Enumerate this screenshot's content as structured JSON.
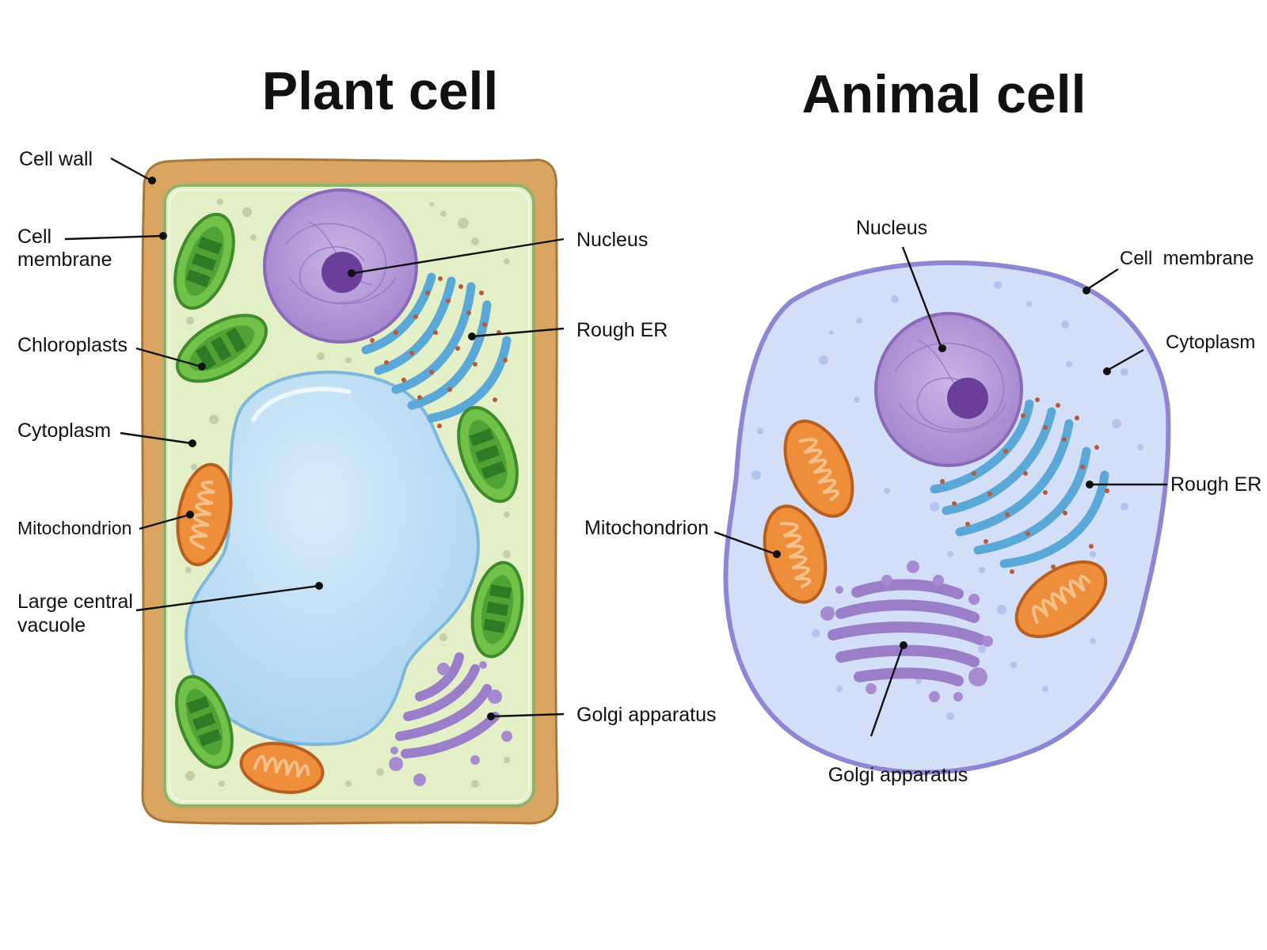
{
  "plant": {
    "title": "Plant cell",
    "labels": {
      "cell_wall": "Cell wall",
      "cell_membrane_line1": "Cell",
      "cell_membrane_line2": "membrane",
      "chloroplasts": "Chloroplasts",
      "cytoplasm": "Cytoplasm",
      "mitochondrion": "Mitochondrion",
      "vacuole_line1": "Large central",
      "vacuole_line2": "vacuole",
      "nucleus": "Nucleus",
      "rough_er": "Rough ER",
      "golgi": "Golgi apparatus"
    }
  },
  "animal": {
    "title": "Animal cell",
    "labels": {
      "nucleus": "Nucleus",
      "cell_membrane": "Cell  membrane",
      "cytoplasm": "Cytoplasm",
      "rough_er": "Rough ER",
      "mitochondrion": "Mitochondrion",
      "golgi": "Golgi apparatus"
    }
  },
  "colors": {
    "cell_wall": "#d9a561",
    "plant_cytoplasm": "#e3efc6",
    "vacuole": "#bfe0f5",
    "nucleus": "#b79ad8",
    "nucleolus": "#6a3f9a",
    "chloroplast": "#5fb23a",
    "mitochondrion": "#ee8d3a",
    "golgi": "#9b7ec9",
    "rough_er": "#5aa8d8",
    "ribosome": "#b55a3a",
    "animal_cytoplasm": "#d3def8",
    "animal_membrane": "#8e86d4"
  }
}
